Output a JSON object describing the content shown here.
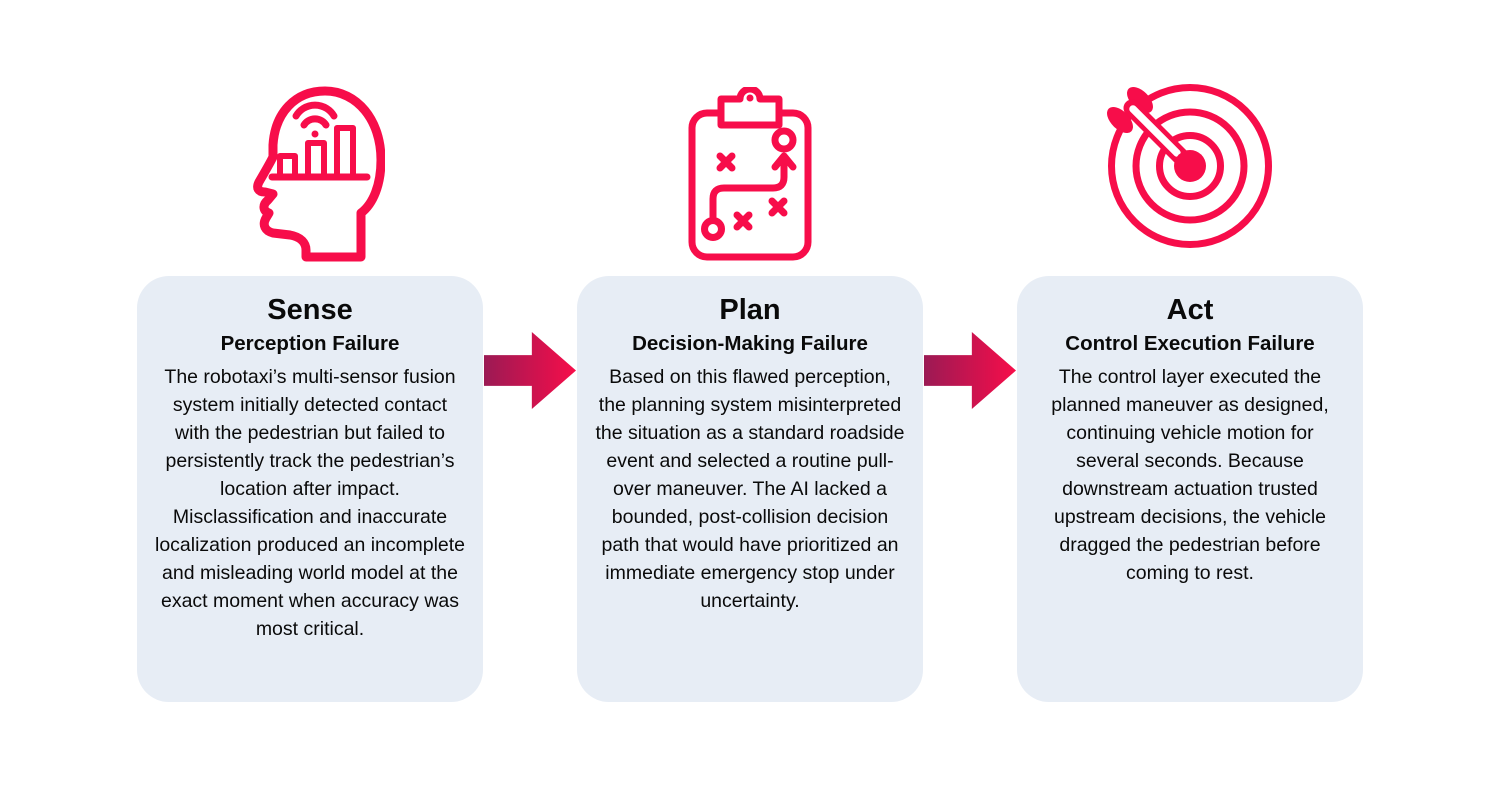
{
  "palette": {
    "accent": "#F70D4A",
    "card_bg": "#E7EDF5",
    "arrow_start": "#9B1A54",
    "arrow_end": "#F70D4A",
    "text": "#0A0A0A"
  },
  "steps": [
    {
      "icon": "head-sensing-icon",
      "title": "Sense",
      "subtitle": "Perception Failure",
      "body": "The robotaxi’s multi-sensor fusion system initially detected contact with the pedestrian but failed to persistently track the pedestrian’s location after impact. Misclassification and inaccurate localization produced an incomplete and misleading world model at the exact moment when accuracy was most critical."
    },
    {
      "icon": "strategy-clipboard-icon",
      "title": "Plan",
      "subtitle": "Decision-Making Failure",
      "body": "Based on this flawed perception, the planning system misinterpreted the situation as a standard roadside event and selected a routine pull-over maneuver. The AI lacked a bounded, post-collision decision path that would have prioritized an immediate emergency stop under uncertainty."
    },
    {
      "icon": "dart-target-icon",
      "title": "Act",
      "subtitle": "Control Execution Failure",
      "body": "The control layer executed the planned maneuver as designed, continuing vehicle motion for several seconds. Because downstream actuation trusted upstream decisions, the vehicle dragged the pedestrian before coming to rest."
    }
  ]
}
